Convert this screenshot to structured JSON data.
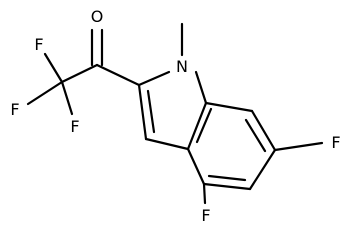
{
  "molecule": {
    "atoms": {
      "o1": "O",
      "f1": "F",
      "f2": "F",
      "f3": "F",
      "n1": "N",
      "f4": "F",
      "f5": "F"
    }
  }
}
